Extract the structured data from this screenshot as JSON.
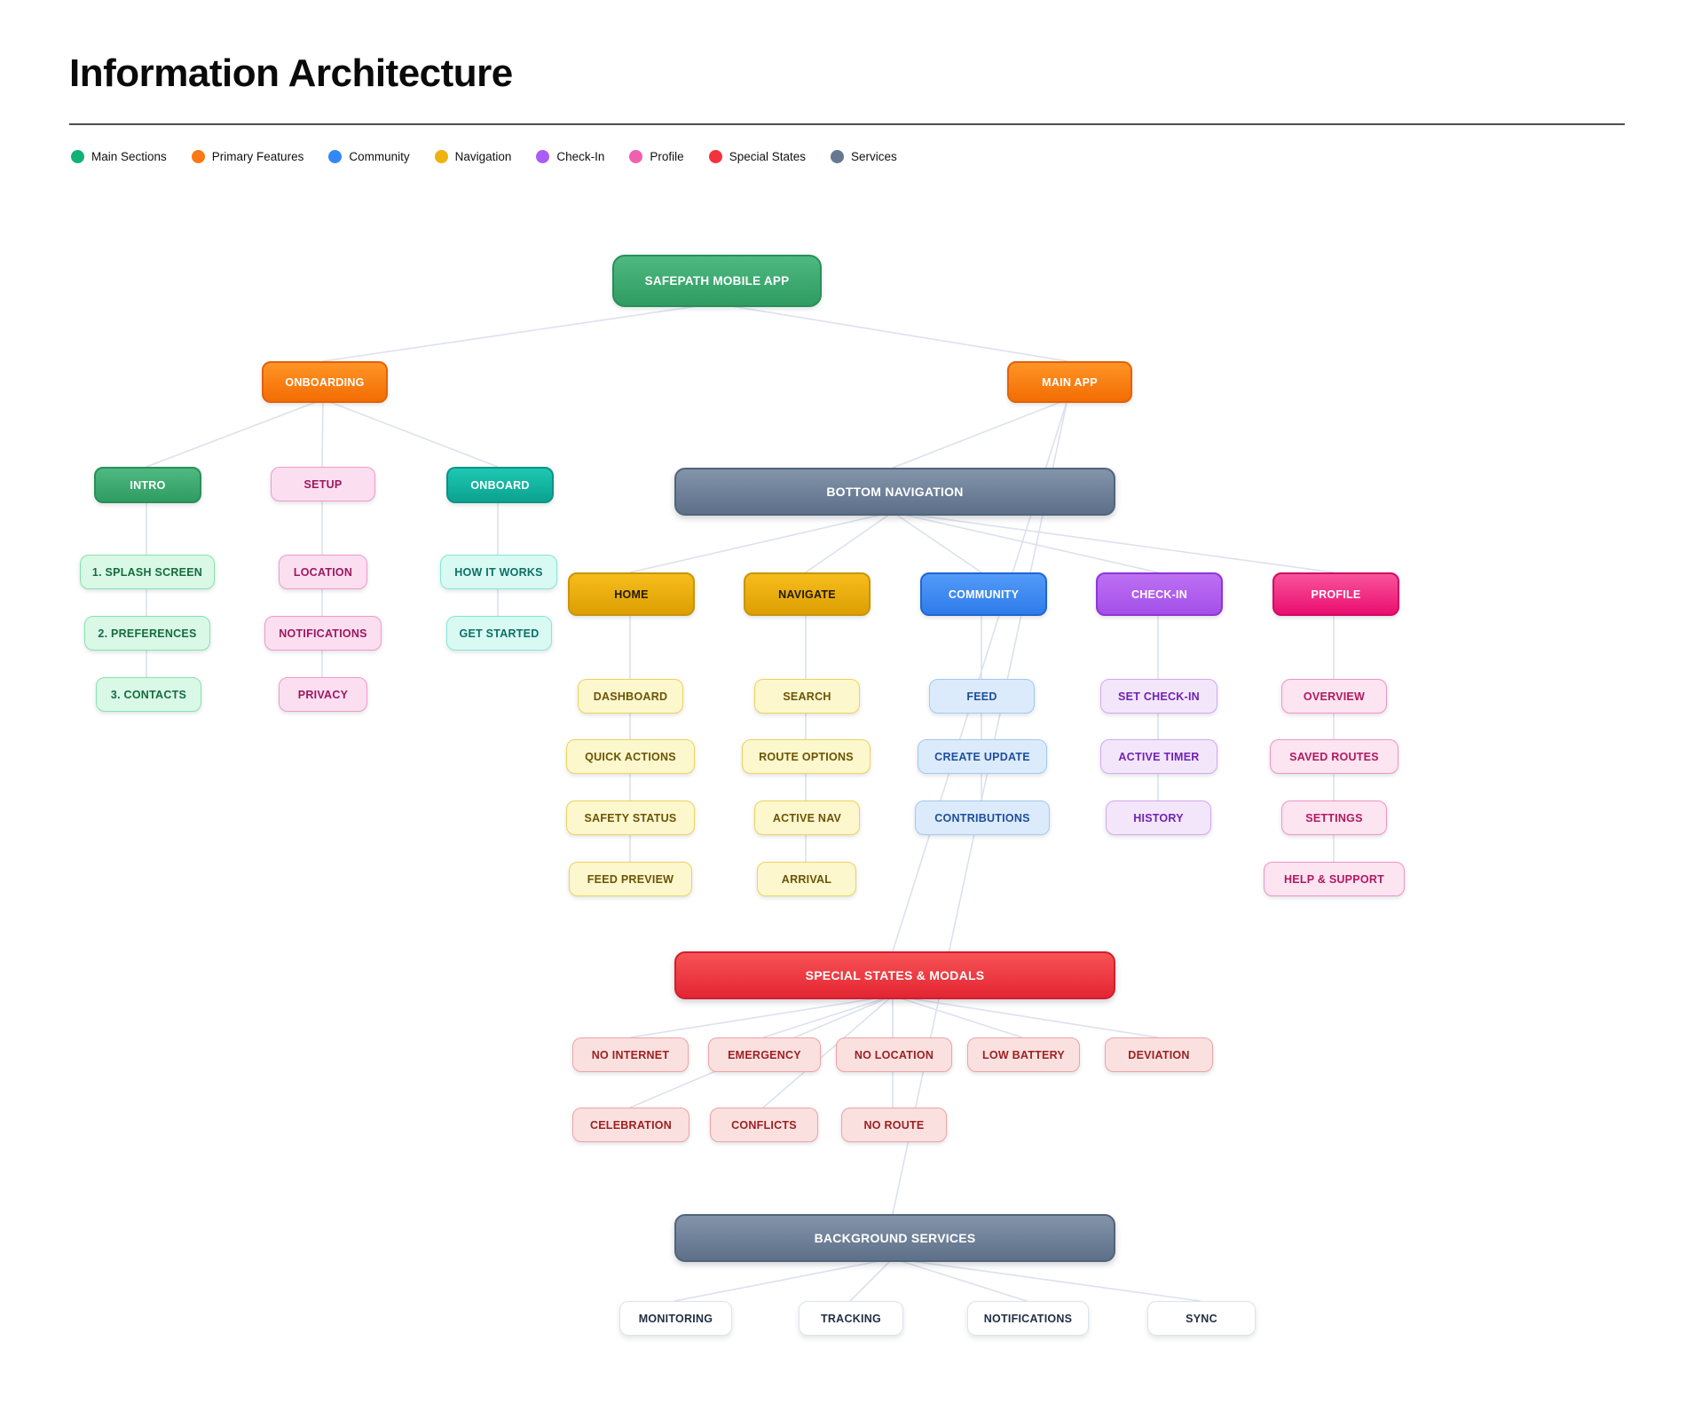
{
  "page": {
    "title": "Information Architecture"
  },
  "legend": {
    "items": [
      {
        "label": "Main Sections",
        "color": "#12b176"
      },
      {
        "label": "Primary Features",
        "color": "#fb7815"
      },
      {
        "label": "Community",
        "color": "#3388f7"
      },
      {
        "label": "Navigation",
        "color": "#eeb211"
      },
      {
        "label": "Check-In",
        "color": "#ab5cf7"
      },
      {
        "label": "Profile",
        "color": "#f060b1"
      },
      {
        "label": "Special States",
        "color": "#f2333e"
      },
      {
        "label": "Services",
        "color": "#66788f"
      }
    ]
  },
  "nodes": {
    "safepath": {
      "label": "SAFEPATH MOBILE APP"
    },
    "onboarding": {
      "label": "ONBOARDING"
    },
    "mainapp": {
      "label": "MAIN APP"
    },
    "intro": {
      "label": "INTRO"
    },
    "setup": {
      "label": "SETUP"
    },
    "onboard": {
      "label": "ONBOARD"
    },
    "bottomnav": {
      "label": "BOTTOM NAVIGATION"
    },
    "splash": {
      "label": "1. SPLASH SCREEN"
    },
    "preferences": {
      "label": "2. PREFERENCES"
    },
    "contacts": {
      "label": "3. CONTACTS"
    },
    "location": {
      "label": "LOCATION"
    },
    "notifications": {
      "label": "NOTIFICATIONS"
    },
    "privacy": {
      "label": "PRIVACY"
    },
    "howitworks": {
      "label": "HOW IT WORKS"
    },
    "getstarted": {
      "label": "GET STARTED"
    },
    "home": {
      "label": "HOME"
    },
    "navigate": {
      "label": "NAVIGATE"
    },
    "community": {
      "label": "COMMUNITY"
    },
    "checkin": {
      "label": "CHECK-IN"
    },
    "profile": {
      "label": "PROFILE"
    },
    "dashboard": {
      "label": "DASHBOARD"
    },
    "quickactions": {
      "label": "QUICK ACTIONS"
    },
    "safetystatus": {
      "label": "SAFETY STATUS"
    },
    "feedpreview": {
      "label": "FEED PREVIEW"
    },
    "search": {
      "label": "SEARCH"
    },
    "routeoptions": {
      "label": "ROUTE OPTIONS"
    },
    "activenav": {
      "label": "ACTIVE NAV"
    },
    "arrival": {
      "label": "ARRIVAL"
    },
    "feed": {
      "label": "FEED"
    },
    "createupdate": {
      "label": "CREATE UPDATE"
    },
    "contributions": {
      "label": "CONTRIBUTIONS"
    },
    "setcheckin": {
      "label": "SET CHECK-IN"
    },
    "activetimer": {
      "label": "ACTIVE TIMER"
    },
    "history": {
      "label": "HISTORY"
    },
    "overview": {
      "label": "OVERVIEW"
    },
    "savedroutes": {
      "label": "SAVED ROUTES"
    },
    "settings": {
      "label": "SETTINGS"
    },
    "helpsupport": {
      "label": "HELP & SUPPORT"
    },
    "specialbar": {
      "label": "SPECIAL STATES & MODALS"
    },
    "nointernet": {
      "label": "NO INTERNET"
    },
    "emergency": {
      "label": "EMERGENCY"
    },
    "nolocation": {
      "label": "NO LOCATION"
    },
    "lowbattery": {
      "label": "LOW BATTERY"
    },
    "deviation": {
      "label": "DEVIATION"
    },
    "celebration": {
      "label": "CELEBRATION"
    },
    "conflicts": {
      "label": "CONFLICTS"
    },
    "noroute": {
      "label": "NO ROUTE"
    },
    "bgservices": {
      "label": "BACKGROUND SERVICES"
    },
    "monitoring": {
      "label": "MONITORING"
    },
    "tracking": {
      "label": "TRACKING"
    },
    "svcnotifications": {
      "label": "NOTIFICATIONS"
    },
    "sync": {
      "label": "SYNC"
    }
  }
}
